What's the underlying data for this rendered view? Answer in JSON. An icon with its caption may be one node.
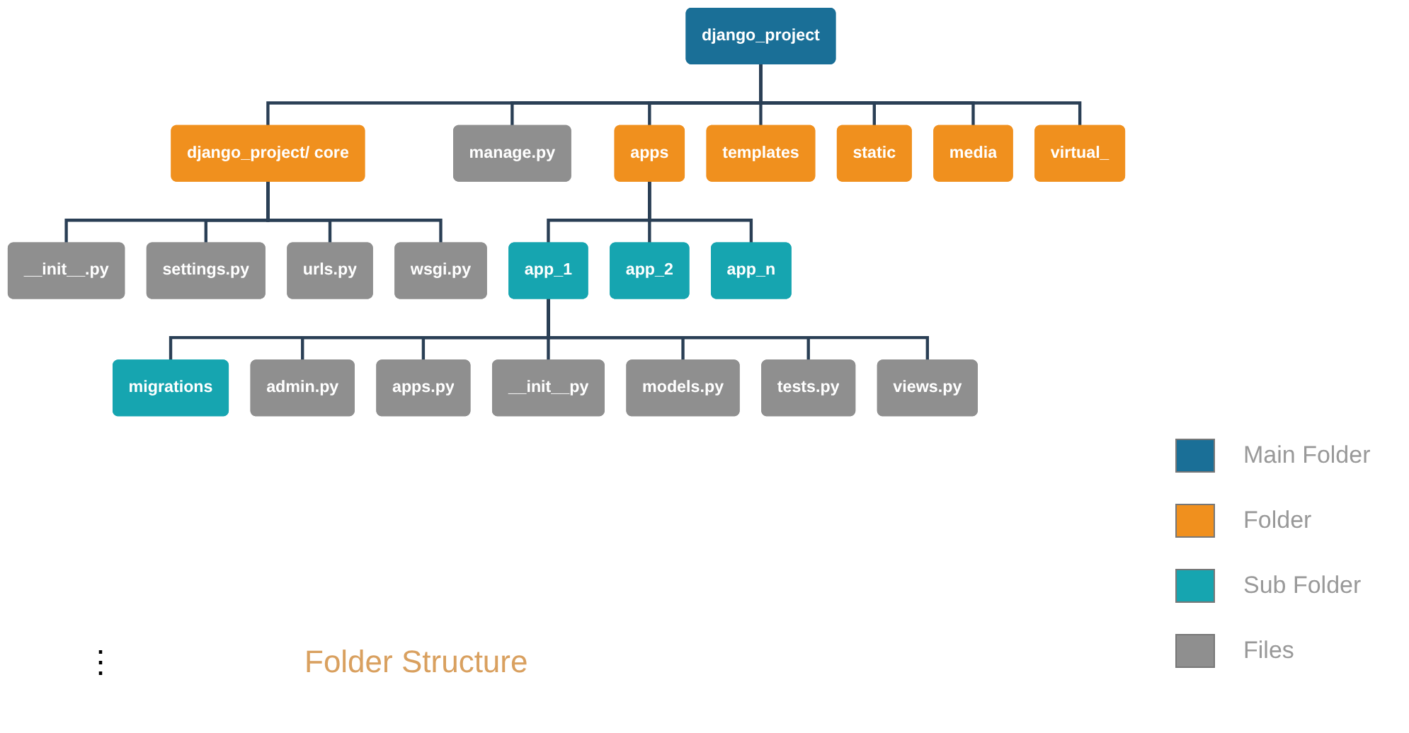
{
  "diagram": {
    "caption": "Folder Structure",
    "nodes": [
      {
        "text": [
          "django_project"
        ]
      },
      {
        "text": [
          "django_project/ core"
        ]
      },
      {
        "text": [
          "manage.py"
        ]
      },
      {
        "text": [
          "apps"
        ]
      },
      {
        "text": [
          "templates"
        ]
      },
      {
        "text": [
          "static"
        ]
      },
      {
        "text": [
          "media"
        ]
      },
      {
        "text": [
          "virtual_"
        ]
      },
      {
        "text": [
          "__init__.py"
        ]
      },
      {
        "text": [
          "settings.py"
        ]
      },
      {
        "text": [
          "urls.py"
        ]
      },
      {
        "text": [
          "wsgi.py"
        ]
      },
      {
        "text": [
          "app_1"
        ]
      },
      {
        "text": [
          "app_2"
        ]
      },
      {
        "text": [
          "app_n"
        ]
      },
      {
        "text": [
          "migrations"
        ]
      },
      {
        "text": [
          "admin.py"
        ]
      },
      {
        "text": [
          "apps.py"
        ]
      },
      {
        "text": [
          "__init__py"
        ]
      },
      {
        "text": [
          "models.py"
        ]
      },
      {
        "text": [
          "tests.py"
        ]
      },
      {
        "text": [
          "views.py"
        ]
      }
    ],
    "edges": [
      {
        "from": 0,
        "to": 1,
        "arrow": "none"
      },
      {
        "from": 0,
        "to": 2,
        "arrow": "none"
      },
      {
        "from": 0,
        "to": 3,
        "arrow": "none"
      },
      {
        "from": 0,
        "to": 4,
        "arrow": "none"
      },
      {
        "from": 0,
        "to": 5,
        "arrow": "none"
      },
      {
        "from": 0,
        "to": 6,
        "arrow": "none"
      },
      {
        "from": 0,
        "to": 7,
        "arrow": "none"
      },
      {
        "from": 1,
        "to": 8,
        "arrow": "none"
      },
      {
        "from": 1,
        "to": 9,
        "arrow": "none"
      },
      {
        "from": 1,
        "to": 10,
        "arrow": "none"
      },
      {
        "from": 1,
        "to": 11,
        "arrow": "none"
      },
      {
        "from": 3,
        "to": 12,
        "arrow": "none"
      },
      {
        "from": 3,
        "to": 13,
        "arrow": "none"
      },
      {
        "from": 3,
        "to": 14,
        "arrow": "none"
      },
      {
        "from": 12,
        "to": 15,
        "arrow": "none"
      },
      {
        "from": 12,
        "to": 16,
        "arrow": "none"
      },
      {
        "from": 12,
        "to": 17,
        "arrow": "none"
      },
      {
        "from": 12,
        "to": 18,
        "arrow": "none"
      },
      {
        "from": 12,
        "to": 19,
        "arrow": "none"
      },
      {
        "from": 12,
        "to": 20,
        "arrow": "none"
      },
      {
        "from": 12,
        "to": 21,
        "arrow": "none"
      }
    ],
    "labels": [
      "⋮"
    ],
    "legend": [
      {
        "text": "Main Folder",
        "color": "#1a6f97"
      },
      {
        "text": "Folder",
        "color": "#f0901e"
      },
      {
        "text": "Sub Folder",
        "color": "#16a5b0"
      },
      {
        "text": "Files",
        "color": "#8f8f8f"
      }
    ]
  }
}
